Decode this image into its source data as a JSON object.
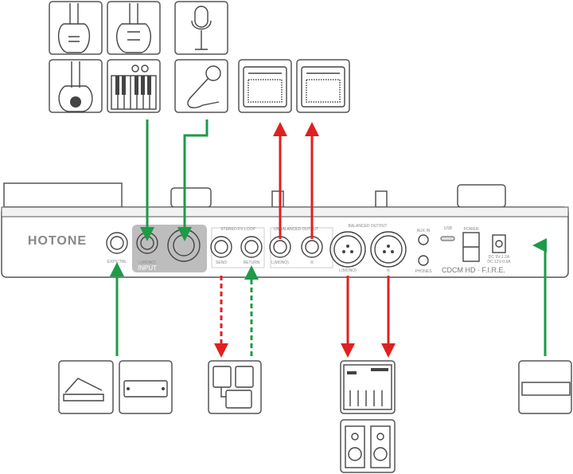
{
  "device": {
    "brand": "HOTONE",
    "model": "CDCM HD · F.I.R.E.",
    "labels": {
      "exp_ctrl": "EXP/CTRL",
      "input_l": "L(MONO)",
      "input": "INPUT",
      "fx_loop": "STEREO FX LOOP",
      "send": "SEND",
      "return": "RETURN",
      "unbal_output": "UNBALANCED OUTPUT",
      "unbal_l": "L(MONO)",
      "unbal_r": "R",
      "bal_output": "BALANCED OUTPUT",
      "bal_l": "L(MONO)",
      "bal_r": "R",
      "aux_in": "AUX IN",
      "phones": "PHONES",
      "usb": "USB",
      "power": "POWER",
      "dc": "DC 9V-1.2A",
      "dc2": "DC 12V-0.6A"
    }
  },
  "colors": {
    "green": "#1e9a48",
    "red": "#e02020",
    "panel": "#bdbdbd"
  }
}
